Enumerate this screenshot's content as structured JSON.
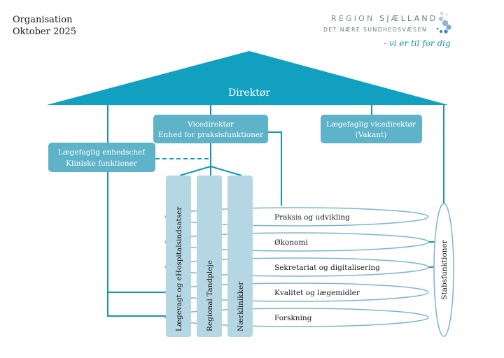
{
  "header": {
    "title": "Organisation",
    "date": "Oktober 2025"
  },
  "logo": {
    "line1_a": "REGION ",
    "line1_b": "SJÆLLAND",
    "line2": "DET NÆRE SUNDHEDSVÆSEN",
    "slogan": "- vi er til for dig",
    "dots_color": "#4a90c4"
  },
  "colors": {
    "roof": "#12a0c0",
    "box": "#5eb3c9",
    "pillar": "#b5d7e3",
    "line": "#1596b8",
    "ellipse_stroke": "#7ab6d0"
  },
  "org": {
    "director": "Direktør",
    "vicedirector": {
      "line1": "Vicedirektør",
      "line2": "Enhed for praksisfunktioner"
    },
    "medical_vicedirector": {
      "line1": "Lægefaglig vicedirektør",
      "line2": "(Vakant)"
    },
    "clinical_chief": {
      "line1": "Lægefaglig enhedschef",
      "line2": "Kliniske funktioner"
    },
    "pillars": [
      "Lægevagt og eHospitalsindsatser",
      "Regional Tandpleje",
      "Nærklinikker"
    ],
    "functions": [
      "Praksis og udvikling",
      "Økonomi",
      "Sekretariat og digitalisering",
      "Kvalitet og lægemidler",
      "Forskning"
    ],
    "staff": "Stabsfunktioner"
  }
}
